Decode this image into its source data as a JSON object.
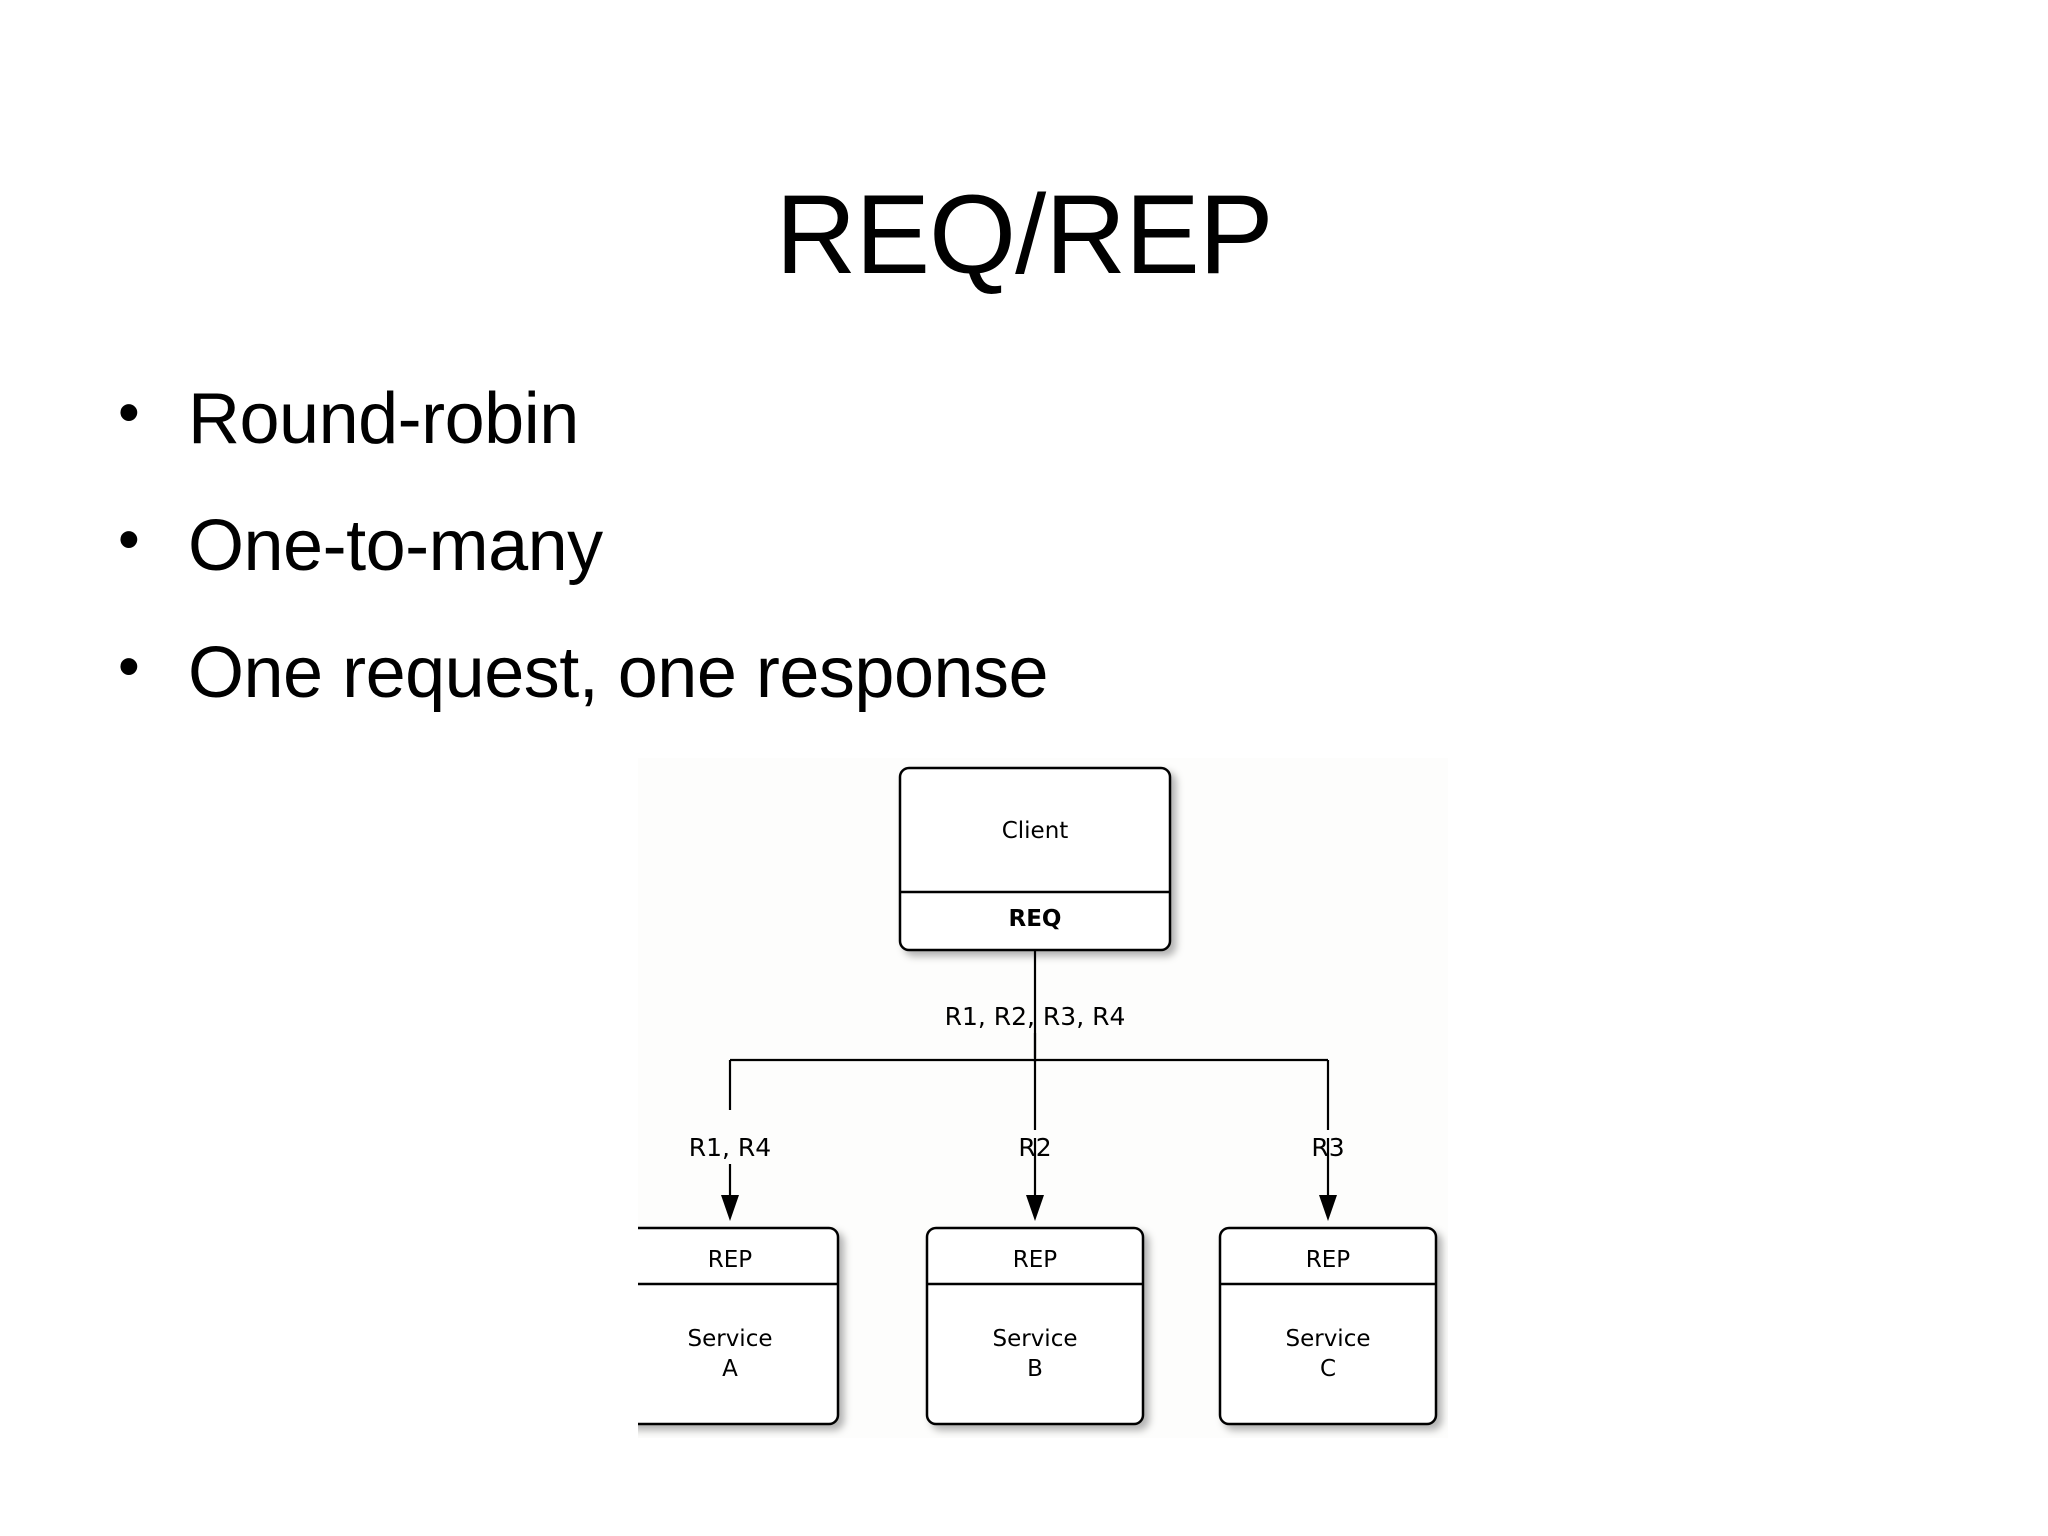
{
  "slide": {
    "title": "REQ/REP",
    "background_color": "#ffffff",
    "text_color": "#000000"
  },
  "bullets": [
    {
      "marker": "•",
      "text": "Round-robin"
    },
    {
      "marker": "•",
      "text": "One-to-many"
    },
    {
      "marker": "•",
      "text": "One request, one response"
    }
  ],
  "diagram": {
    "background_color": "#fdfdfc",
    "line_color": "#000000",
    "client": {
      "name": "Client",
      "socket": "REQ"
    },
    "trunk_label": "R1, R2, R3, R4",
    "branches": [
      {
        "label": "R1, R4"
      },
      {
        "label": "R2"
      },
      {
        "label": "R3"
      }
    ],
    "services": [
      {
        "socket": "REP",
        "name_line1": "Service",
        "name_line2": "A"
      },
      {
        "socket": "REP",
        "name_line1": "Service",
        "name_line2": "B"
      },
      {
        "socket": "REP",
        "name_line1": "Service",
        "name_line2": "C"
      }
    ]
  }
}
